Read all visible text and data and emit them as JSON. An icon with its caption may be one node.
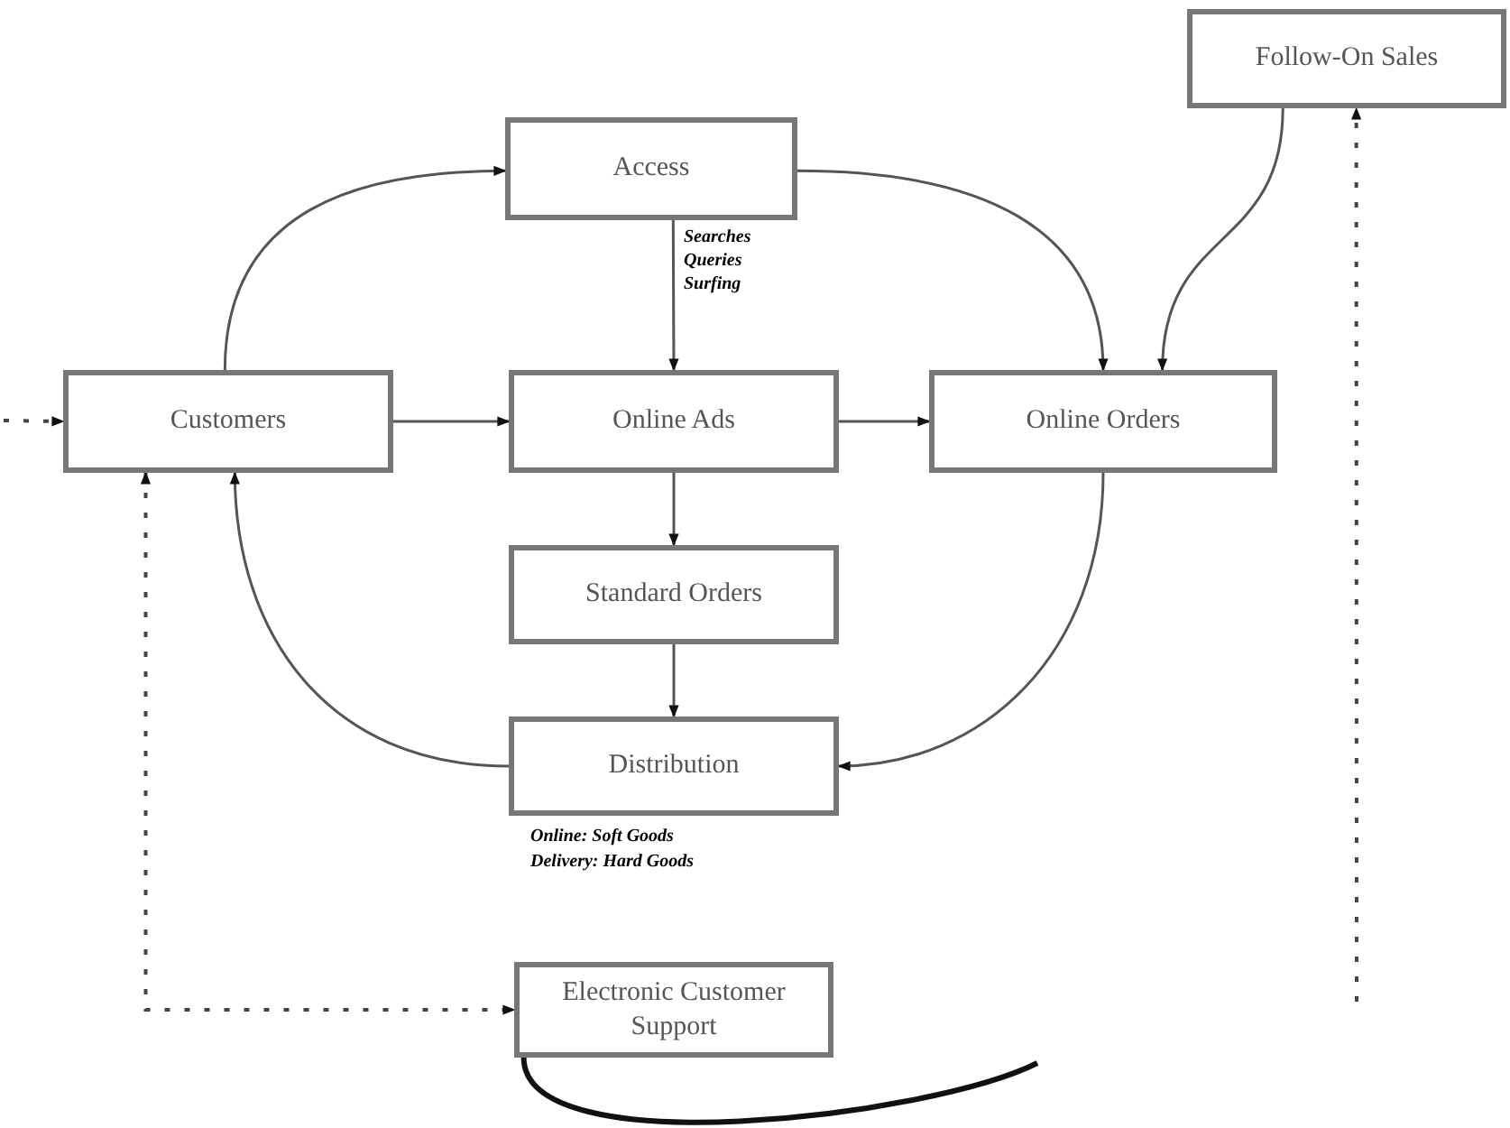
{
  "diagram": {
    "nodes": [
      {
        "text": [
          "Access"
        ]
      },
      {
        "text": [
          "Customers"
        ]
      },
      {
        "text": [
          "Online Ads"
        ]
      },
      {
        "text": [
          "Online Orders"
        ]
      },
      {
        "text": [
          "Standard Orders"
        ]
      },
      {
        "text": [
          "Distribution"
        ],
        "beside": [
          "Online: Soft Goods",
          "Delivery: Hard Goods"
        ]
      },
      {
        "text": [
          "Follow-On Sales"
        ]
      },
      {
        "text": [
          "Electronic Customer Support"
        ]
      }
    ],
    "edges": [
      {
        "from": 1,
        "to": 0,
        "arrow": "to"
      },
      {
        "from": 0,
        "to": 3,
        "arrow": "to"
      },
      {
        "from": 0,
        "to": 2,
        "arrow": "to",
        "label": "Searches Queries Surfing"
      },
      {
        "from": 1,
        "to": 2,
        "arrow": "to"
      },
      {
        "from": 2,
        "to": 3,
        "arrow": "to"
      },
      {
        "from": 2,
        "to": 4,
        "arrow": "to"
      },
      {
        "from": 4,
        "to": 5,
        "arrow": "to"
      },
      {
        "from": 3,
        "to": 5,
        "arrow": "to"
      },
      {
        "from": 5,
        "to": 1,
        "arrow": "to"
      },
      {
        "from": 6,
        "to": 3,
        "arrow": "to"
      },
      {
        "from": null,
        "to": 1,
        "arrow": "to",
        "style": "dashed"
      },
      {
        "from": 1,
        "to": 7,
        "arrow": "both",
        "style": "dashed"
      },
      {
        "from": null,
        "to": 6,
        "arrow": "to",
        "style": "dashed"
      },
      {
        "from": 7,
        "to": null,
        "arrow": "none",
        "style": "thick"
      }
    ]
  }
}
